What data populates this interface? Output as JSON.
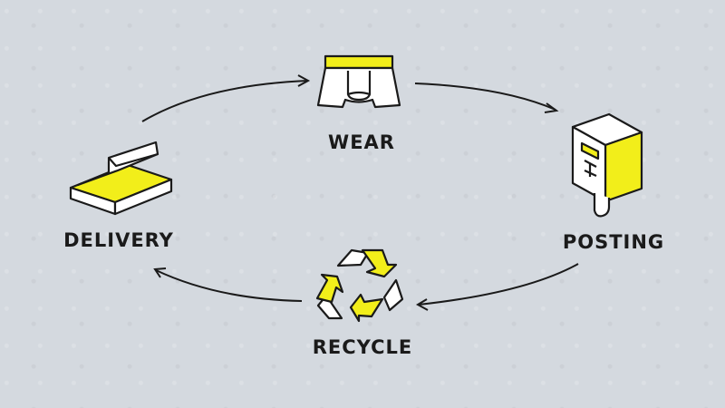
{
  "diagram": {
    "type": "cycle",
    "steps": [
      {
        "label": "WEAR",
        "icon": "underwear-icon"
      },
      {
        "label": "POSTING",
        "icon": "postbox-icon"
      },
      {
        "label": "RECYCLE",
        "icon": "recycle-icon"
      },
      {
        "label": "DELIVERY",
        "icon": "box-icon"
      }
    ],
    "colors": {
      "accent": "#f2ee1a",
      "ink": "#1a1a1a",
      "background": "#d4d9df"
    }
  }
}
